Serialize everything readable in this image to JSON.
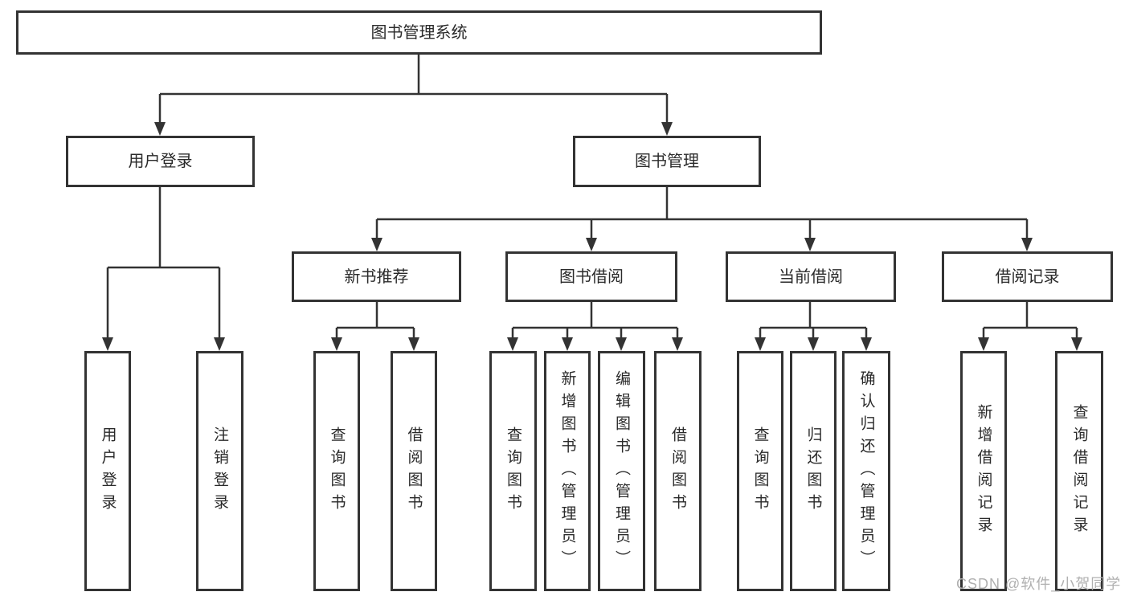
{
  "tree": {
    "label": "图书管理系统",
    "children": [
      {
        "label": "用户登录",
        "children": [
          {
            "label": "用户登录"
          },
          {
            "label": "注销登录"
          }
        ]
      },
      {
        "label": "图书管理",
        "children": [
          {
            "label": "新书推荐",
            "children": [
              {
                "label": "查询图书"
              },
              {
                "label": "借阅图书"
              }
            ]
          },
          {
            "label": "图书借阅",
            "children": [
              {
                "label": "查询图书"
              },
              {
                "label": "新增图书（管理员）"
              },
              {
                "label": "编辑图书（管理员）"
              },
              {
                "label": "借阅图书"
              }
            ]
          },
          {
            "label": "当前借阅",
            "children": [
              {
                "label": "查询图书"
              },
              {
                "label": "归还图书"
              },
              {
                "label": "确认归还（管理员）"
              }
            ]
          },
          {
            "label": "借阅记录",
            "children": [
              {
                "label": "新增借阅记录"
              },
              {
                "label": "查询借阅记录"
              }
            ]
          }
        ]
      }
    ]
  },
  "watermark": "CSDN @软件_小贺同学",
  "colors": {
    "line": "#333333",
    "box_border": "#333333",
    "text": "#2a2a2a",
    "background": "#ffffff",
    "watermark": "#b0b0b0"
  }
}
